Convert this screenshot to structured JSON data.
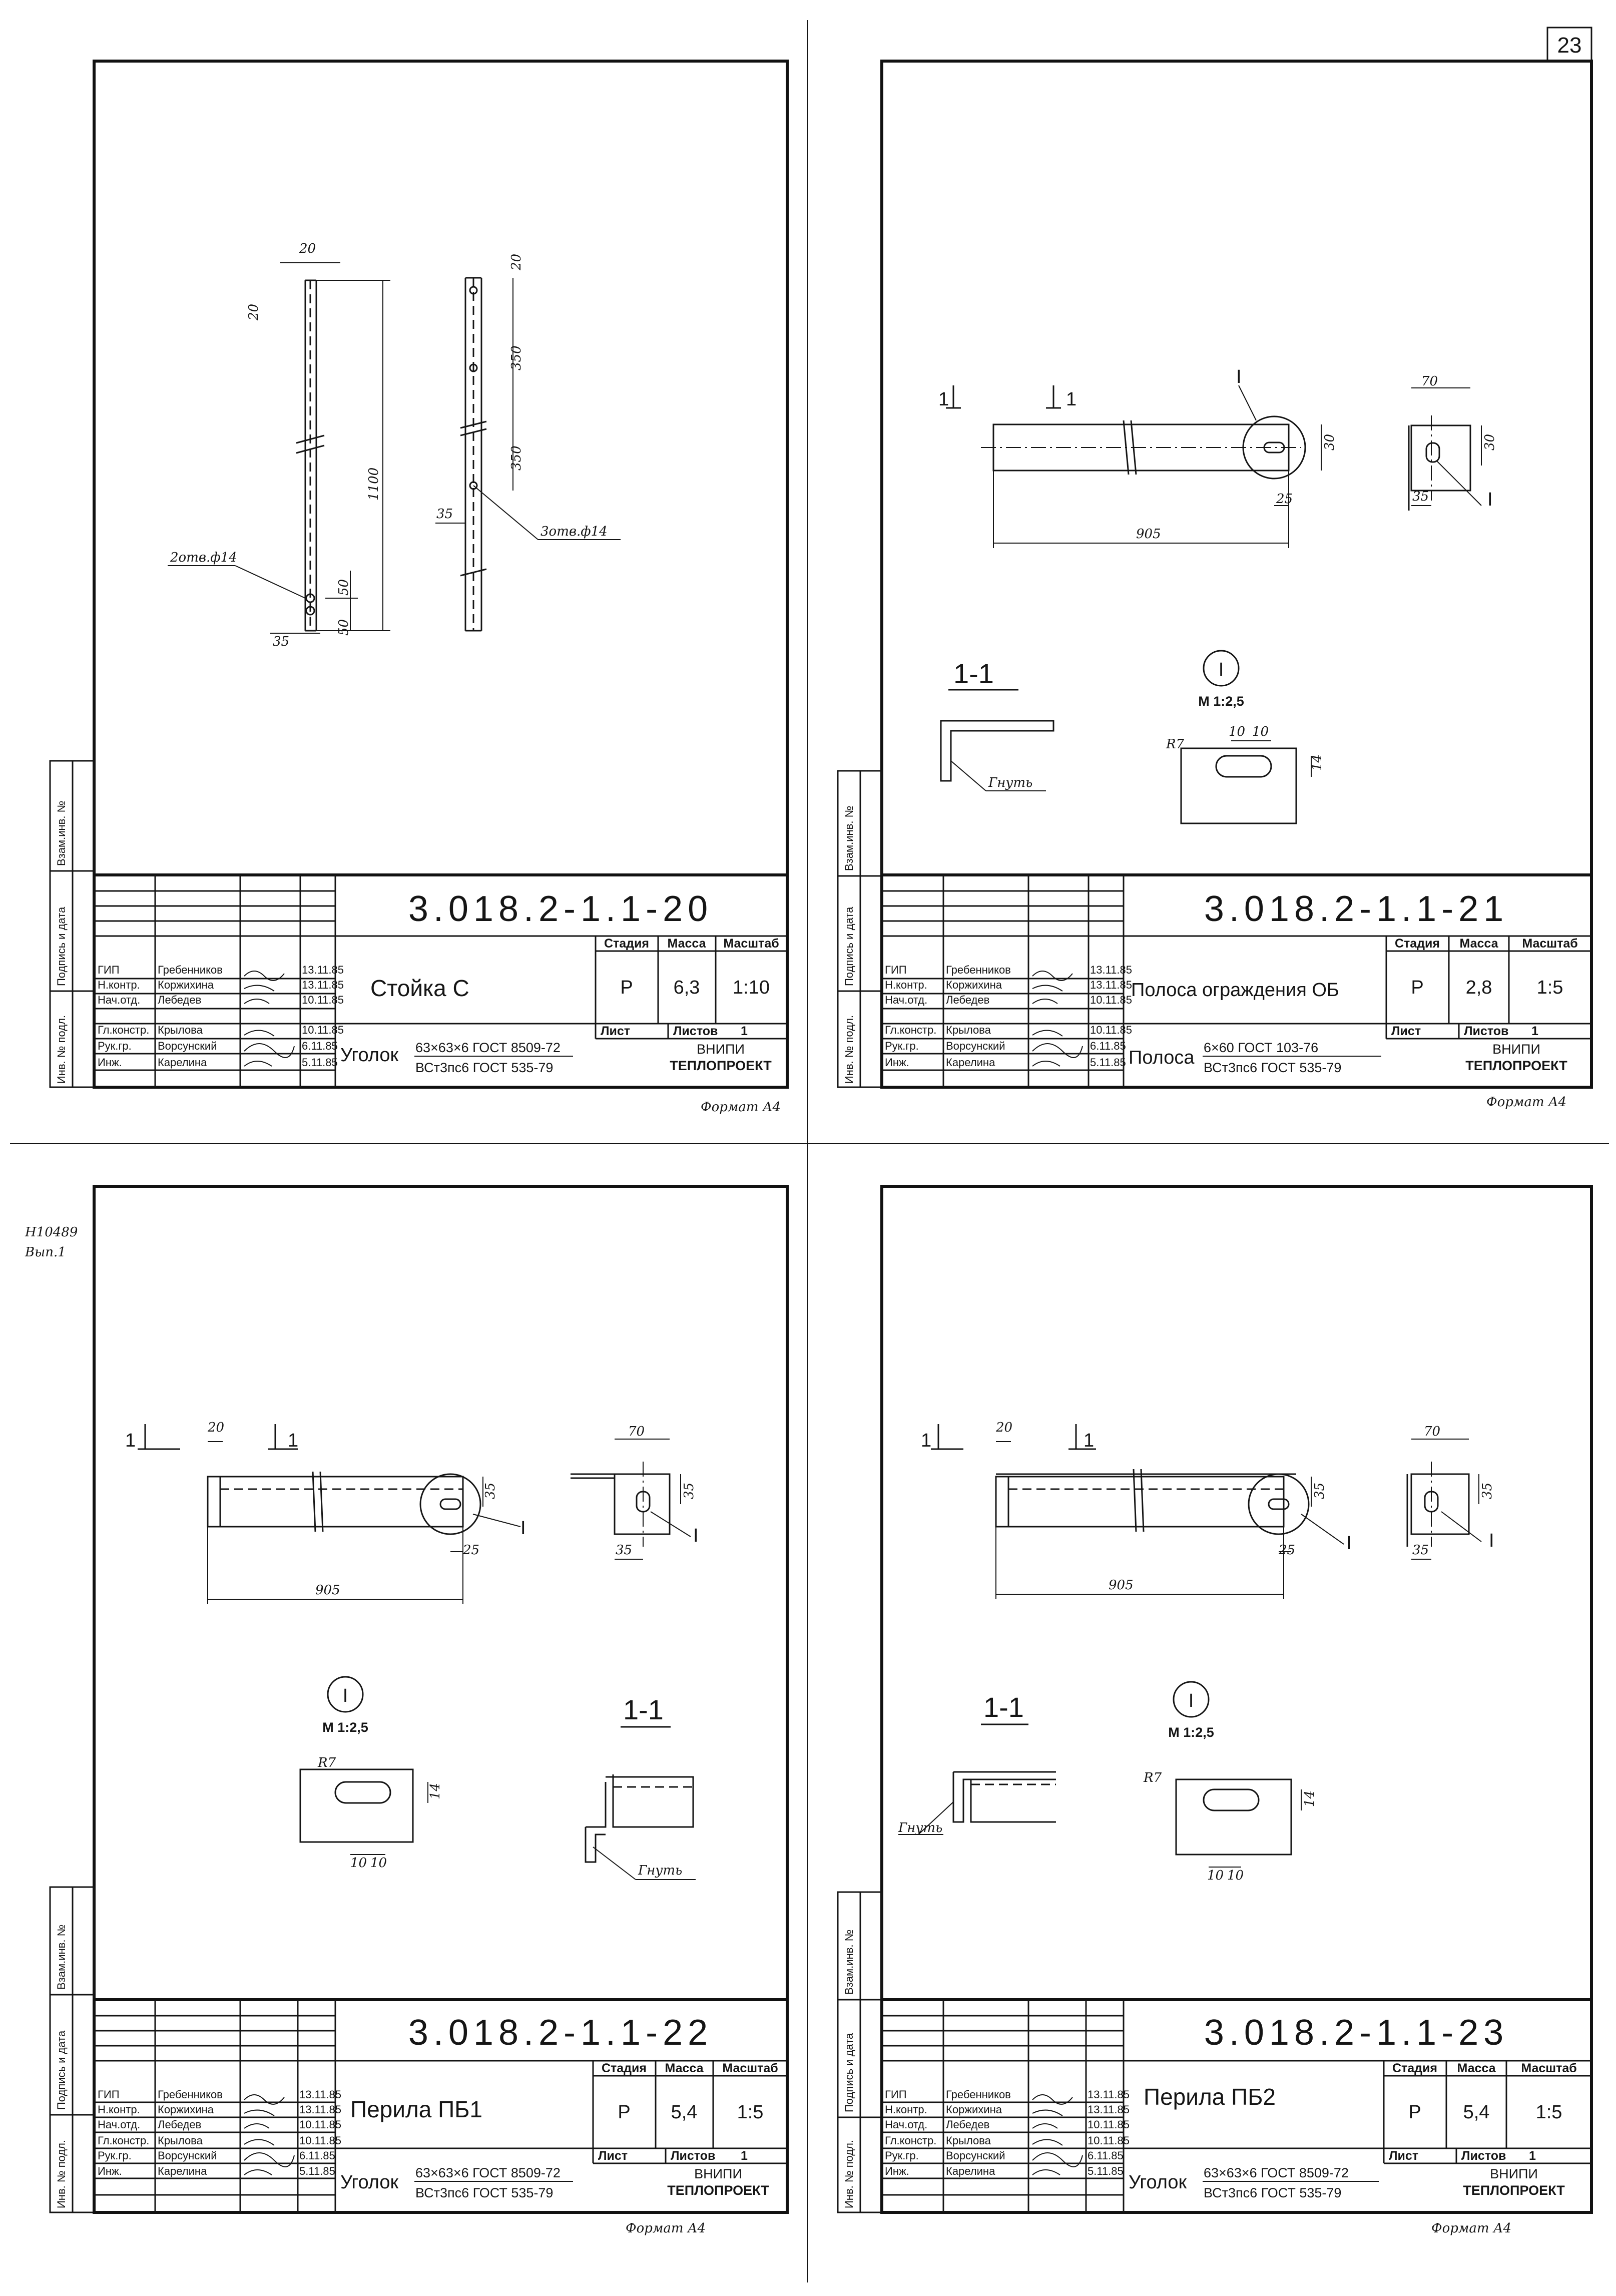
{
  "page_number": "23",
  "side_note": [
    "Н10489",
    "Вып.1"
  ],
  "side_stamp": [
    "Инв. № подл.",
    "Подпись и дата",
    "Взам.инв. №"
  ],
  "title_block_headers": {
    "stage": "Стадия",
    "mass": "Масса",
    "scale": "Масштаб",
    "sheet": "Лист",
    "sheets": "Листов",
    "org_1": "ВНИПИ",
    "org_2": "ТЕПЛОПРОЕКТ",
    "format": "Формат А4"
  },
  "roles": [
    "ГИП",
    "Н.контр.",
    "Нач.отд.",
    "Гл.констр.",
    "Рук.гр.",
    "Инж."
  ],
  "people": [
    "Гребенников",
    "Коржихина",
    "Лебедев",
    "Крылова",
    "Ворсунский",
    "Карелина"
  ],
  "sheets": [
    {
      "code": "3.018.2-1.1-20",
      "name": "Стойка С",
      "stage": "Р",
      "mass": "6,3",
      "scale": "1:10",
      "sheets_count": "1",
      "material_type": "Уголок",
      "material_1": "63×63×6 ГОСТ 8509-72",
      "material_2": "ВСт3пс6 ГОСТ 535-79",
      "dates": [
        "13.11.85",
        "13.11.85",
        "10.11.85",
        "10.11.85",
        "6.11.85",
        "5.11.85"
      ],
      "dims": {
        "d20a": "20",
        "d20b": "20",
        "d1100": "1100",
        "d50a": "50",
        "d50b": "50",
        "d35": "35",
        "holes_left": "2отв.ф14",
        "d20c": "20",
        "d350a": "350",
        "d350b": "350",
        "d35b": "35",
        "holes_right": "3отв.ф14"
      }
    },
    {
      "code": "3.018.2-1.1-21",
      "name": "Полоса ограждения ОБ",
      "stage": "Р",
      "mass": "2,8",
      "scale": "1:5",
      "sheets_count": "1",
      "material_type": "Полоса",
      "material_1": "6×60 ГОСТ 103-76",
      "material_2": "ВСт3пс6 ГОСТ 535-79",
      "dates": [
        "13.11.85",
        "13.11.85",
        "10.11.85",
        "10.11.85",
        "6.11.85",
        "5.11.85"
      ],
      "dims": {
        "cut": "1",
        "cut_label": "1-1",
        "callout": "I",
        "d30": "30",
        "d25": "25",
        "d905": "905",
        "d70": "70",
        "d30b": "30",
        "d35": "35",
        "detail_scale": "М 1:2,5",
        "r7": "R7",
        "d10a": "10",
        "d10b": "10",
        "d14": "14",
        "bend": "Гнуть"
      }
    },
    {
      "code": "3.018.2-1.1-22",
      "name": "Перила ПБ1",
      "stage": "Р",
      "mass": "5,4",
      "scale": "1:5",
      "sheets_count": "1",
      "material_type": "Уголок",
      "material_1": "63×63×6 ГОСТ 8509-72",
      "material_2": "ВСт3пс6 ГОСТ 535-79",
      "dates": [
        "13.11.85",
        "13.11.85",
        "10.11.85",
        "10.11.85",
        "6.11.85",
        "5.11.85"
      ],
      "dims": {
        "cut": "1",
        "cut_label": "1-1",
        "callout": "I",
        "d20": "20",
        "d35": "35",
        "d25": "25",
        "d905": "905",
        "d70": "70",
        "d35b": "35",
        "d35c": "35",
        "detail_scale": "М 1:2,5",
        "r7": "R7",
        "d10a": "10",
        "d10b": "10",
        "d14": "14",
        "bend": "Гнуть"
      }
    },
    {
      "code": "3.018.2-1.1-23",
      "name": "Перила ПБ2",
      "stage": "Р",
      "mass": "5,4",
      "scale": "1:5",
      "sheets_count": "1",
      "material_type": "Уголок",
      "material_1": "63×63×6 ГОСТ 8509-72",
      "material_2": "ВСт3пс6 ГОСТ 535-79",
      "dates": [
        "13.11.85",
        "13.11.85",
        "10.11.85",
        "10.11.85",
        "6.11.85",
        "5.11.85"
      ],
      "dims": {
        "cut": "1",
        "cut_label": "1-1",
        "callout": "I",
        "d20": "20",
        "d35": "35",
        "d25": "25",
        "d905": "905",
        "d70": "70",
        "d35b": "35",
        "d35c": "35",
        "detail_scale": "М 1:2,5",
        "r7": "R7",
        "d10a": "10",
        "d10b": "10",
        "d14": "14",
        "bend": "Гнуть"
      }
    }
  ]
}
